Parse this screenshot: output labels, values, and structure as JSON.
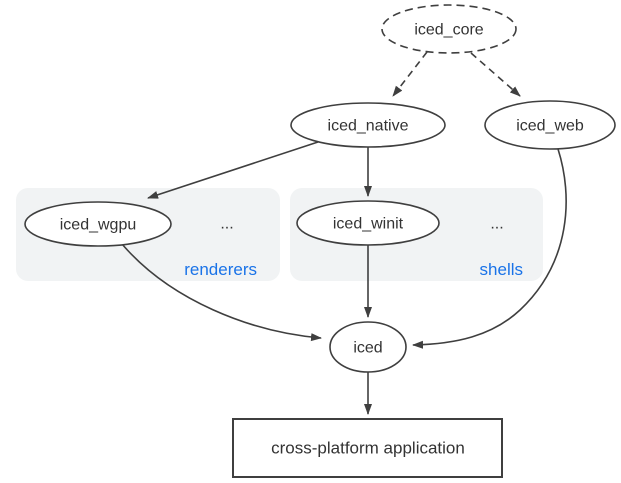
{
  "colors": {
    "stroke": "#3f3f3f",
    "text": "#333333",
    "accent_blue": "#1a73e8",
    "group_fill": "#f1f3f4",
    "background": "#ffffff"
  },
  "nodes": {
    "iced_core": {
      "label": "iced_core",
      "shape": "ellipse",
      "style": "dashed"
    },
    "iced_native": {
      "label": "iced_native",
      "shape": "ellipse",
      "style": "solid"
    },
    "iced_web": {
      "label": "iced_web",
      "shape": "ellipse",
      "style": "solid"
    },
    "iced_wgpu": {
      "label": "iced_wgpu",
      "shape": "ellipse",
      "style": "solid"
    },
    "iced_winit": {
      "label": "iced_winit",
      "shape": "ellipse",
      "style": "solid"
    },
    "iced": {
      "label": "iced",
      "shape": "ellipse",
      "style": "solid"
    },
    "application": {
      "label": "cross-platform application",
      "shape": "rectangle",
      "style": "solid"
    }
  },
  "groups": {
    "renderers": {
      "label": "renderers",
      "more": "...",
      "members": [
        "iced_wgpu"
      ]
    },
    "shells": {
      "label": "shells",
      "more": "...",
      "members": [
        "iced_winit"
      ]
    }
  },
  "edges": [
    {
      "from": "iced_core",
      "to": "iced_native",
      "style": "dashed"
    },
    {
      "from": "iced_core",
      "to": "iced_web",
      "style": "dashed"
    },
    {
      "from": "iced_native",
      "to": "iced_wgpu",
      "style": "solid"
    },
    {
      "from": "iced_native",
      "to": "iced_winit",
      "style": "solid"
    },
    {
      "from": "iced_wgpu",
      "to": "iced",
      "style": "solid"
    },
    {
      "from": "iced_winit",
      "to": "iced",
      "style": "solid"
    },
    {
      "from": "iced_web",
      "to": "iced",
      "style": "solid"
    },
    {
      "from": "iced",
      "to": "application",
      "style": "solid"
    }
  ]
}
